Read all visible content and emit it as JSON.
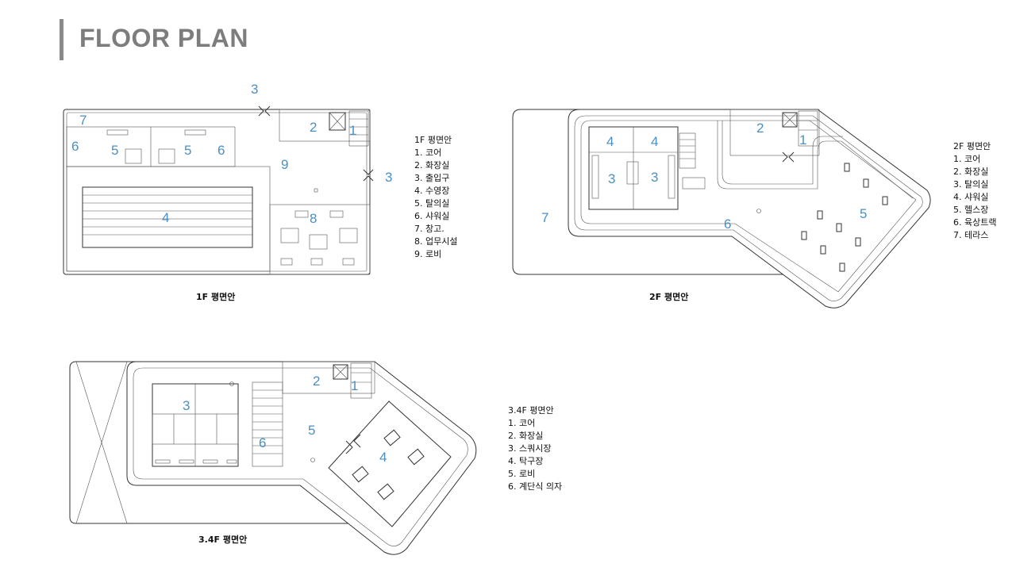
{
  "header": {
    "title": "FLOOR PLAN"
  },
  "plans": {
    "f1": {
      "caption": "1F 평면안",
      "legend_title": "1F 평면안",
      "legend": [
        "1. 코어",
        "2. 화장실",
        "3. 출입구",
        "4. 수영장",
        "5. 탈의실",
        "6. 샤워실",
        "7. 창고.",
        "8. 업무시설",
        "9. 로비"
      ],
      "labels": {
        "n1": "1",
        "n2": "2",
        "n3a": "3",
        "n3b": "3",
        "n4": "4",
        "n5a": "5",
        "n5b": "5",
        "n6a": "6",
        "n6b": "6",
        "n7": "7",
        "n8": "8",
        "n9": "9"
      }
    },
    "f2": {
      "caption": "2F 평면안",
      "legend_title": "2F 평면안",
      "legend": [
        "1.    코어",
        "2.    화장실",
        "3.    탈의실",
        "4.    샤워실",
        "5.    헬스장",
        "6.    육상트랙",
        "7.    테라스"
      ],
      "labels": {
        "n1": "1",
        "n2": "2",
        "n3a": "3",
        "n3b": "3",
        "n4a": "4",
        "n4b": "4",
        "n5": "5",
        "n6": "6",
        "n7": "7"
      }
    },
    "f34": {
      "caption": "3.4F 평면안",
      "legend_title": "3.4F 평면안",
      "legend": [
        "1.    코어",
        "2.    화장실",
        "3.    스쿼시장",
        "4.    탁구장",
        "5.    로비",
        "6.    계단식 의자"
      ],
      "labels": {
        "n1": "1",
        "n2": "2",
        "n3": "3",
        "n4": "4",
        "n5": "5",
        "n6": "6"
      }
    }
  }
}
